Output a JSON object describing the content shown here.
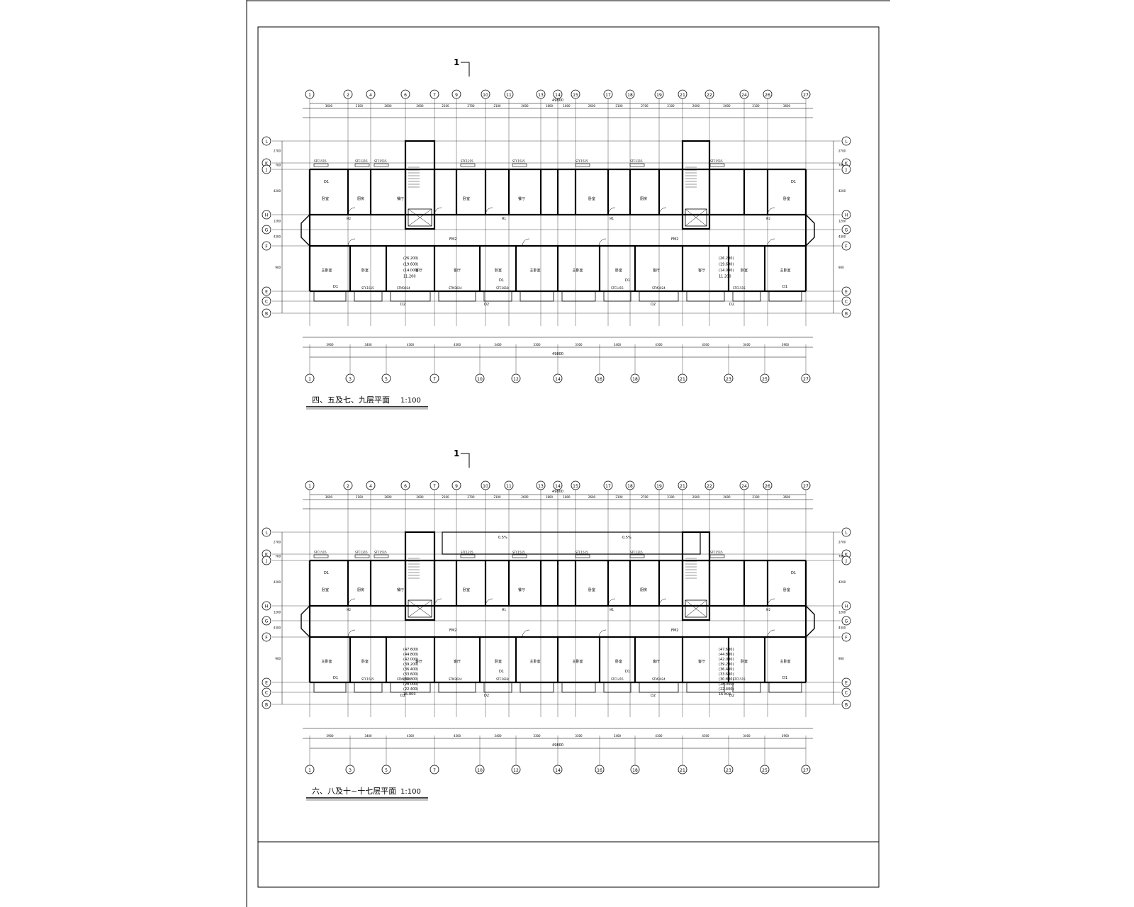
{
  "sheet": {
    "plans": [
      {
        "title": "四、五及七、九层平面",
        "scale": "1:100",
        "section_mark": "1",
        "overall_dim": "49800",
        "elev_notes": [
          "(26.200)",
          "(19.600)",
          "(14.000)",
          "11.200"
        ],
        "fire_door": "FM2"
      },
      {
        "title": "六、八及十~十七层平面",
        "scale": "1:100",
        "section_mark": "1",
        "overall_dim": "49800",
        "elev_notes": [
          "(47.600)",
          "(44.800)",
          "(42.000)",
          "(39.200)",
          "(36.400)",
          "(33.600)",
          "(30.800)",
          "(28.000)",
          "(22.400)",
          "16.800"
        ],
        "fire_door": "FM2",
        "slope_note": "0.5%"
      }
    ],
    "axes_top": [
      "1",
      "2",
      "4",
      "6",
      "7",
      "9",
      "10",
      "11",
      "13",
      "14",
      "15",
      "17",
      "18",
      "19",
      "21",
      "22",
      "24",
      "26",
      "27"
    ],
    "axes_bottom": [
      "1",
      "3",
      "5",
      "7",
      "10",
      "12",
      "14",
      "16",
      "18",
      "21",
      "23",
      "25",
      "27"
    ],
    "axes_rows": [
      "L",
      "K",
      "J",
      "H",
      "G",
      "F",
      "E",
      "C",
      "B"
    ],
    "dims_top": [
      "3600",
      "2100",
      "2600",
      "2600",
      "2100",
      "2700",
      "2100",
      "2600",
      "1800",
      "1800",
      "2600",
      "2100",
      "2700",
      "2100",
      "2600",
      "2600",
      "2100",
      "3600"
    ],
    "dims_bottom": [
      "3900",
      "3400",
      "4300",
      "4300",
      "3400",
      "3300",
      "3300",
      "3400",
      "4300",
      "4300",
      "3400",
      "3900"
    ],
    "row_dims": [
      "2700",
      "700",
      "4200",
      "1200",
      "4300",
      "900"
    ],
    "window_tags": [
      "STC1515",
      "STC1215",
      "STC1515",
      "STC1215",
      "STC1515",
      "STC1515",
      "STC1215",
      "STC1515"
    ],
    "lower_window_tags": [
      "STC1515",
      "STM3024",
      "STM3024",
      "STC1818",
      "STC1415",
      "STM3024",
      "STC1515"
    ],
    "room_labels_upper": [
      "卧室",
      "厨房",
      "餐厅",
      "卧室",
      "餐厅",
      "卧室",
      "厨房",
      "卧室"
    ],
    "room_labels_lower": [
      "主卧室",
      "卧室",
      "客厅",
      "客厅",
      "卧室",
      "主卧室",
      "主卧室",
      "卧室",
      "客厅",
      "客厅",
      "卧室",
      "主卧室"
    ],
    "tags": {
      "d1": "D1",
      "d2": "D2",
      "m1": "M1",
      "m2": "M2"
    }
  }
}
